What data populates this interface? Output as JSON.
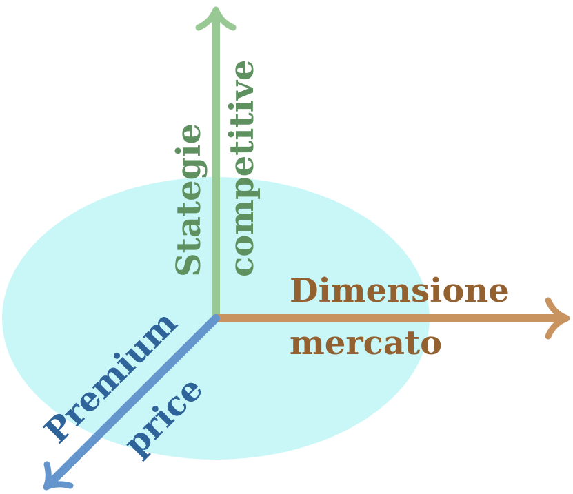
{
  "diagram": {
    "axes": [
      {
        "id": "vertical",
        "label_line1": "Stategie",
        "label_line2": "competitive",
        "color": "#98c995",
        "text_color": "#5e9060"
      },
      {
        "id": "horizontal",
        "label_line1": "Dimensione",
        "label_line2": "mercato",
        "color": "#c8935f",
        "text_color": "#93602f"
      },
      {
        "id": "diagonal",
        "label_line1": "Premium",
        "label_line2": "price",
        "color": "#6496cd",
        "text_color": "#2f649a"
      }
    ],
    "plane_color": "#c9f7f8"
  }
}
